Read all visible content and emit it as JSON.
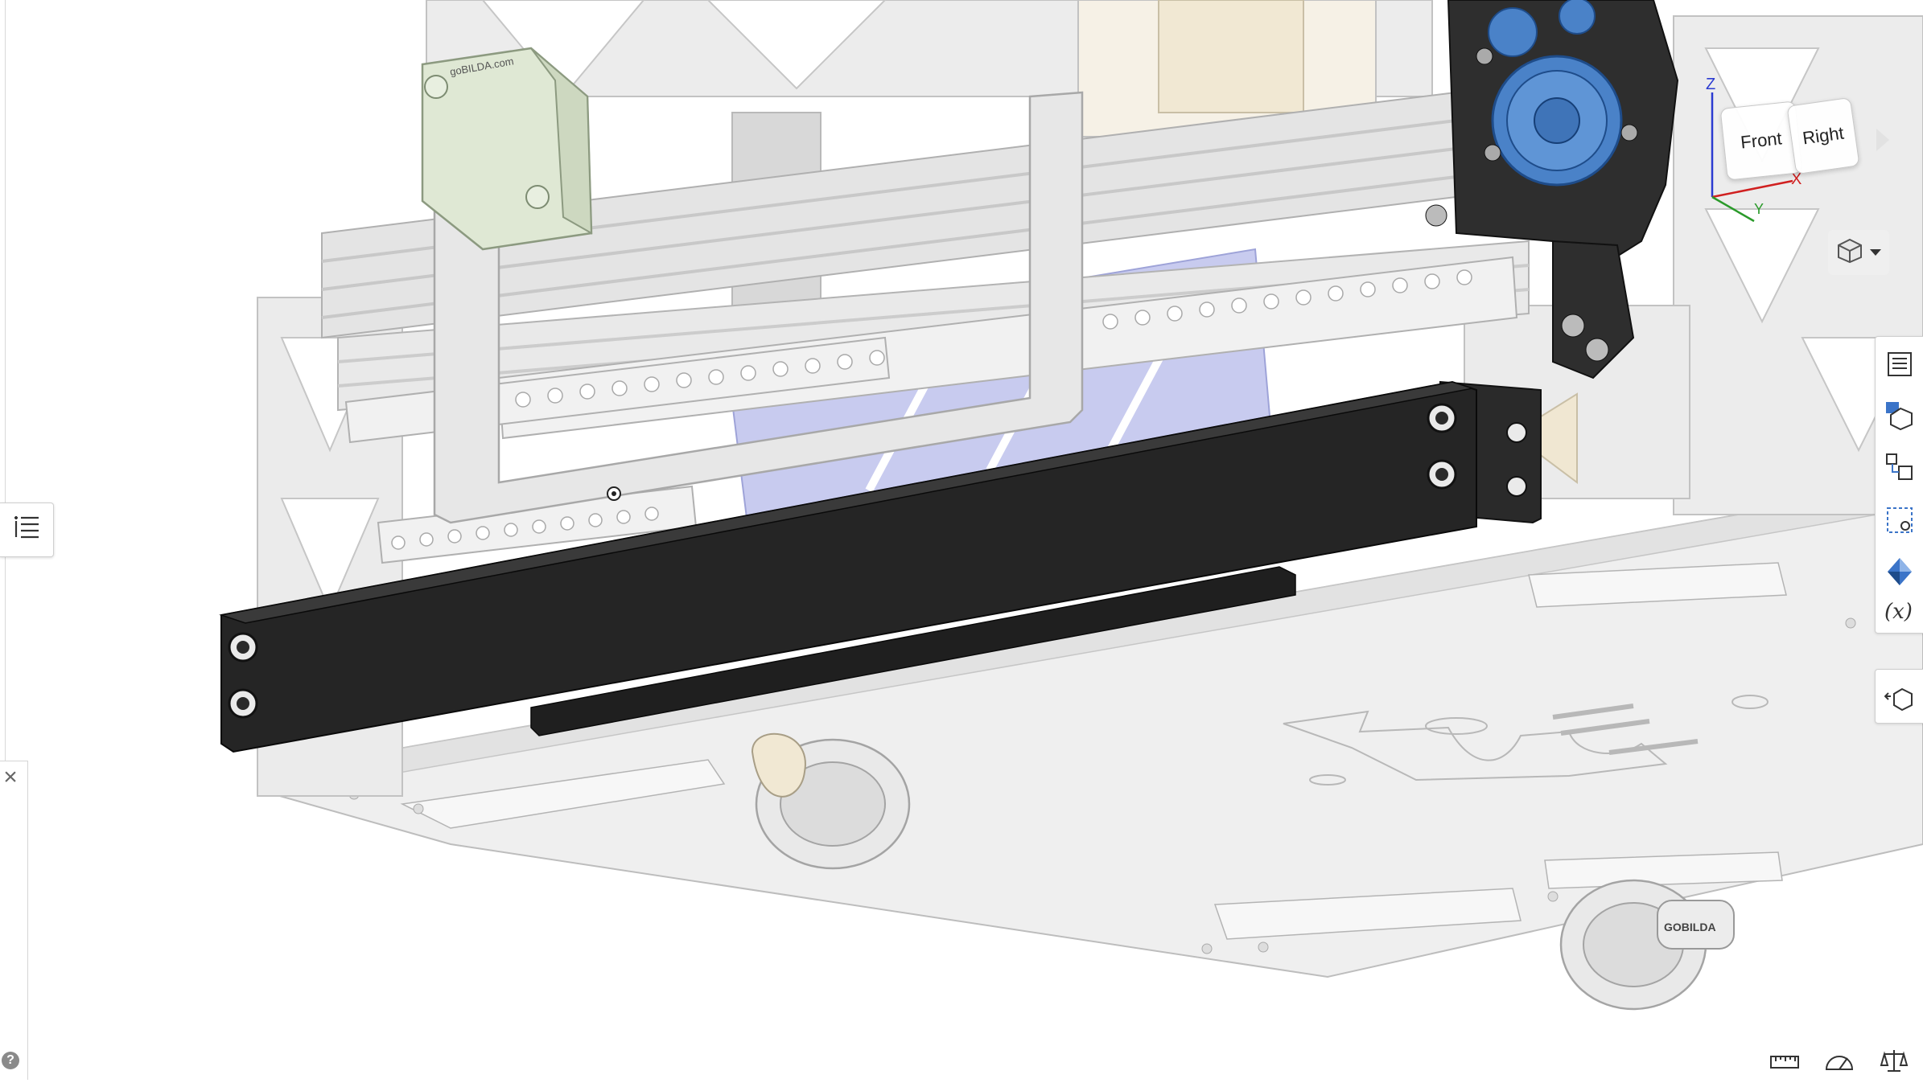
{
  "viewcube": {
    "front_label": "Front",
    "right_label": "Right",
    "axis_z": "Z",
    "axis_x": "X",
    "axis_y": "Y"
  },
  "model_labels": {
    "motor_text": "goBILDA.com",
    "bearing_text": "GOBILDA"
  },
  "colors": {
    "background": "#ffffff",
    "frame_gray": "#e6e6e6",
    "frame_stroke": "#b5b5b5",
    "rail_black": "#222222",
    "gear_blue": "#4a82c8",
    "plate_lavender": "#c5c8ee",
    "motor_green": "#dfe8d4",
    "axis_z": "#2b3bd1",
    "axis_x": "#d02020",
    "axis_y": "#2a9a2a"
  },
  "icons": {
    "left_panel": "feature-list-icon",
    "close": "close-icon",
    "help": "help-icon",
    "right_toolbar": [
      "instances-list-icon",
      "parts-appearance-icon",
      "mate-connector-icon",
      "bounding-box-icon",
      "render-studio-icon",
      "variables-icon",
      "exploded-view-icon"
    ],
    "bottom": [
      "measure-tool-icon",
      "angle-tool-icon",
      "mass-properties-icon"
    ],
    "view_dropdown": "view-cube-icon"
  }
}
